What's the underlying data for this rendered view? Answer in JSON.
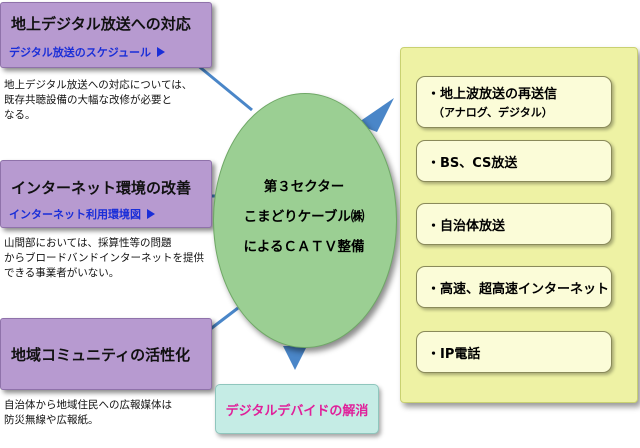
{
  "left_boxes": [
    {
      "title": "地上デジタル放送への対応",
      "link": "デジタル放送のスケジュール",
      "description": [
        "地上デジタル放送への対応については、",
        "既存共聴設備の大幅な改修が必要と",
        "なる。"
      ]
    },
    {
      "title": "インターネット環境の改善",
      "link": "インターネット利用環境図",
      "description": [
        "山間部においては、採算性等の問題",
        "からブロードバンドインターネットを提供",
        "できる事業者がいない。"
      ]
    },
    {
      "title": "地域コミュニティの活性化",
      "description": [
        "自治体から地域住民への広報媒体は",
        "防災無線や広報紙。"
      ]
    }
  ],
  "center": {
    "lines": [
      "第３セクター",
      "こまどりケーブル㈱",
      "によるＣＡＴＶ整備"
    ]
  },
  "services": [
    {
      "label": "・地上波放送の再送信",
      "sub": "（アナログ、デジタル）"
    },
    {
      "label": "・BS、CS放送"
    },
    {
      "label": "・自治体放送"
    },
    {
      "label": "・高速、超高速インターネット"
    },
    {
      "label": "・IP電話"
    }
  ],
  "outcome": {
    "label": "デジタルデバイドの解消"
  },
  "colors": {
    "left_box_fill": "#b79ad0",
    "oval_fill": "#9bcf93",
    "panel_fill": "#eef2a4",
    "service_fill": "#fbfcd8",
    "outcome_fill": "#c5ece5",
    "outcome_text": "#e0209a",
    "link_text": "#1a2ed8",
    "connector": "#4a86c8"
  },
  "icons": [
    "play-icon",
    "arrow-right-icon",
    "arrow-down-icon"
  ]
}
